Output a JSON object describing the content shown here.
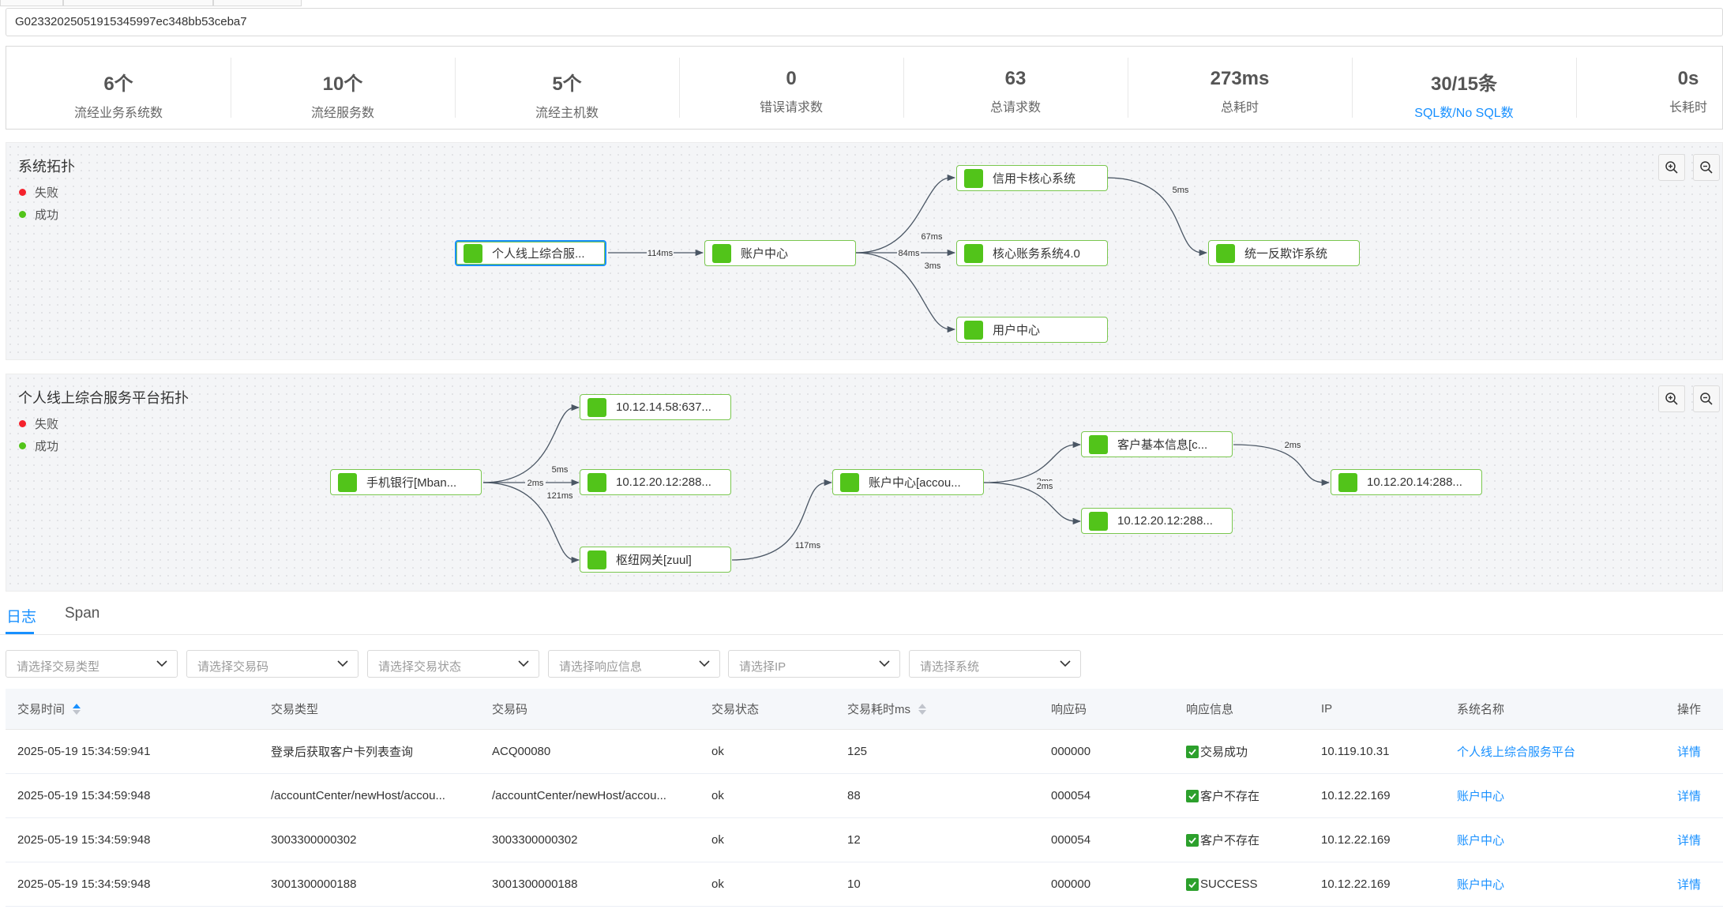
{
  "trace_id": "G0233202505191534599 7ec348bb53ceba7",
  "stats": [
    {
      "value": "6个",
      "label": "流经业务系统数",
      "link": false
    },
    {
      "value": "10个",
      "label": "流经服务数",
      "link": false
    },
    {
      "value": "5个",
      "label": "流经主机数",
      "link": false
    },
    {
      "value": "0",
      "label": "错误请求数",
      "link": false
    },
    {
      "value": "63",
      "label": "总请求数",
      "link": false
    },
    {
      "value": "273ms",
      "label": "总耗时",
      "link": false
    },
    {
      "value": "30/15条",
      "label": "SQL数/No SQL数",
      "link": true
    },
    {
      "value": "0s",
      "label": "长耗时",
      "link": false
    }
  ],
  "legend": {
    "fail": "失败",
    "success": "成功"
  },
  "colors": {
    "fail": "#f5222d",
    "success": "#52c41a",
    "accent": "#1890ff",
    "node_border": "#7ac74f"
  },
  "system_topology": {
    "title": "系统拓扑",
    "nodes": [
      {
        "id": "n1",
        "label": "个人线上综合服..."
      },
      {
        "id": "n2",
        "label": "账户中心"
      },
      {
        "id": "n3",
        "label": "信用卡核心系统"
      },
      {
        "id": "n4",
        "label": "核心账务系统4.0"
      },
      {
        "id": "n5",
        "label": "用户中心"
      },
      {
        "id": "n6",
        "label": "统一反欺诈系统"
      }
    ],
    "edges": [
      {
        "from": "n1",
        "to": "n2",
        "label": "114ms"
      },
      {
        "from": "n2",
        "to": "n3",
        "label": "67ms"
      },
      {
        "from": "n2",
        "to": "n4",
        "label": "84ms"
      },
      {
        "from": "n2",
        "to": "n5",
        "label": "3ms"
      },
      {
        "from": "n3",
        "to": "n6",
        "label": "5ms"
      }
    ]
  },
  "platform_topology": {
    "title": "个人线上综合服务平台拓扑",
    "nodes": [
      {
        "id": "p1",
        "label": "手机银行[Mban..."
      },
      {
        "id": "p2",
        "label": "10.12.14.58:637..."
      },
      {
        "id": "p3",
        "label": "10.12.20.12:288..."
      },
      {
        "id": "p4",
        "label": "枢纽网关[zuul]"
      },
      {
        "id": "p5",
        "label": "账户中心[accou..."
      },
      {
        "id": "p6",
        "label": "客户基本信息[c..."
      },
      {
        "id": "p7",
        "label": "10.12.20.12:288..."
      },
      {
        "id": "p8",
        "label": "10.12.20.14:288..."
      }
    ],
    "edges": [
      {
        "from": "p1",
        "to": "p2",
        "label": "5ms"
      },
      {
        "from": "p1",
        "to": "p3",
        "label": "2ms"
      },
      {
        "from": "p1",
        "to": "p4",
        "label": "121ms"
      },
      {
        "from": "p4",
        "to": "p5",
        "label": "117ms"
      },
      {
        "from": "p5",
        "to": "p6",
        "label": "2ms"
      },
      {
        "from": "p5",
        "to": "p7",
        "label": "2ms"
      },
      {
        "from": "p6",
        "to": "p8",
        "label": "2ms"
      }
    ]
  },
  "tabs": [
    {
      "label": "日志",
      "active": true
    },
    {
      "label": "Span",
      "active": false
    }
  ],
  "filters": [
    {
      "placeholder": "请选择交易类型"
    },
    {
      "placeholder": "请选择交易码"
    },
    {
      "placeholder": "请选择交易状态"
    },
    {
      "placeholder": "请选择响应信息"
    },
    {
      "placeholder": "请选择IP"
    },
    {
      "placeholder": "请选择系统"
    }
  ],
  "table": {
    "columns": [
      "交易时间",
      "交易类型",
      "交易码",
      "交易状态",
      "交易耗时ms",
      "响应码",
      "响应信息",
      "IP",
      "系统名称",
      "操作"
    ],
    "rows": [
      {
        "time": "2025-05-19 15:34:59:941",
        "type": "登录后获取客户卡列表查询",
        "code": "ACQ00080",
        "status": "ok",
        "cost": "125",
        "resp_code": "000000",
        "resp_msg": "交易成功",
        "ip": "10.119.10.31",
        "system": "个人线上综合服务平台",
        "action": "详情"
      },
      {
        "time": "2025-05-19 15:34:59:948",
        "type": "/accountCenter/newHost/accou...",
        "code": "/accountCenter/newHost/accou...",
        "status": "ok",
        "cost": "88",
        "resp_code": "000054",
        "resp_msg": "客户不存在",
        "ip": "10.12.22.169",
        "system": "账户中心",
        "action": "详情"
      },
      {
        "time": "2025-05-19 15:34:59:948",
        "type": "3003300000302",
        "code": "3003300000302",
        "status": "ok",
        "cost": "12",
        "resp_code": "000054",
        "resp_msg": "客户不存在",
        "ip": "10.12.22.169",
        "system": "账户中心",
        "action": "详情"
      },
      {
        "time": "2025-05-19 15:34:59:948",
        "type": "3001300000188",
        "code": "3001300000188",
        "status": "ok",
        "cost": "10",
        "resp_code": "000000",
        "resp_msg": "SUCCESS",
        "ip": "10.12.22.169",
        "system": "账户中心",
        "action": "详情"
      }
    ]
  }
}
